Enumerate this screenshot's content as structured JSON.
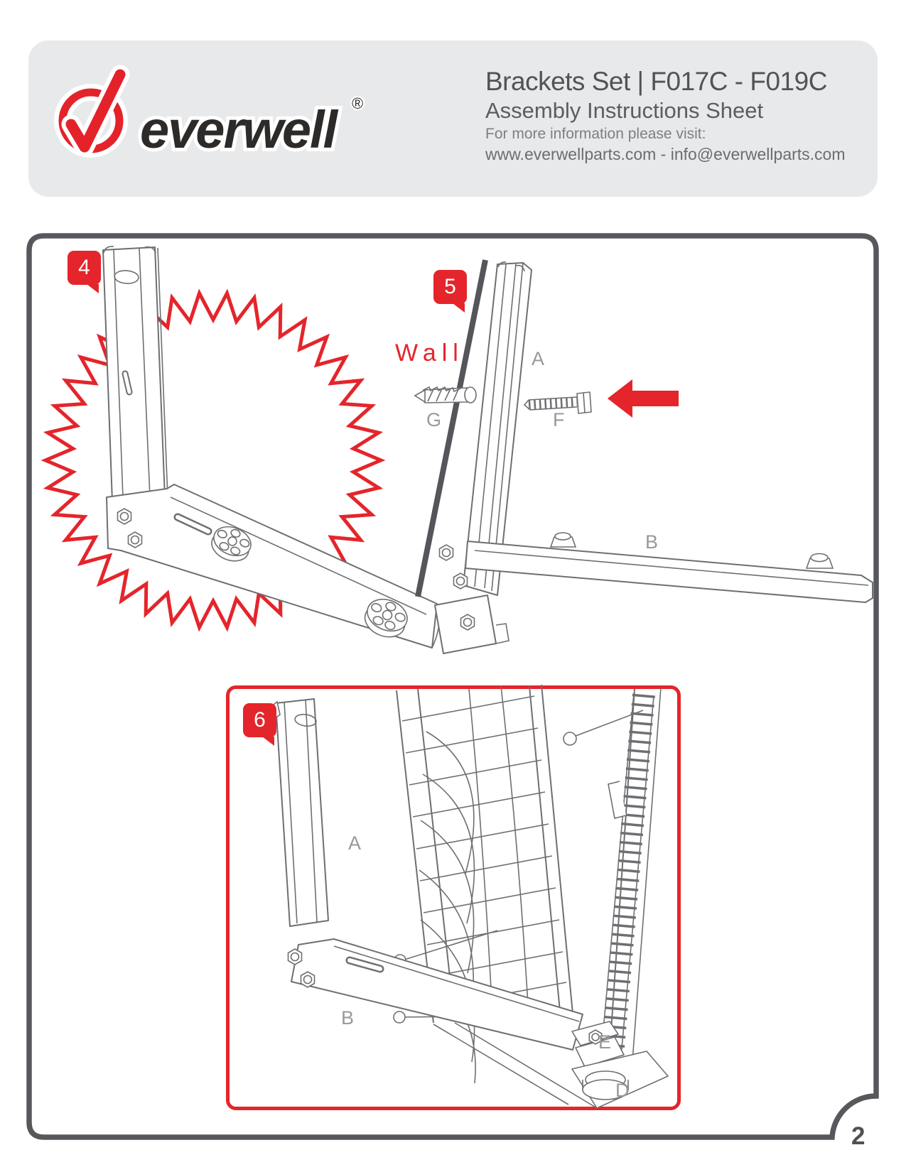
{
  "header": {
    "brand": "everwell",
    "registered": "®",
    "title": "Brackets Set | F017C - F019C",
    "subtitle": "Assembly Instructions Sheet",
    "info_line1": "For more information please visit:",
    "info_line2": "www.everwellparts.com - info@everwellparts.com"
  },
  "figure": {
    "steps": {
      "step4": {
        "number": "4"
      },
      "step5": {
        "number": "5",
        "wall": "Wall",
        "labels": {
          "a": "A",
          "g": "G",
          "f": "F",
          "b": "B"
        }
      },
      "step6": {
        "number": "6",
        "labels": {
          "a": "A",
          "b": "B",
          "e": "E",
          "d": "D"
        }
      }
    },
    "page_number": "2"
  },
  "colors": {
    "accent_red": "#e4252b",
    "line_gray": "#6d6f72",
    "border_gray": "#57585b",
    "label_gray": "#98999c",
    "header_bg": "#e8e9ea"
  }
}
